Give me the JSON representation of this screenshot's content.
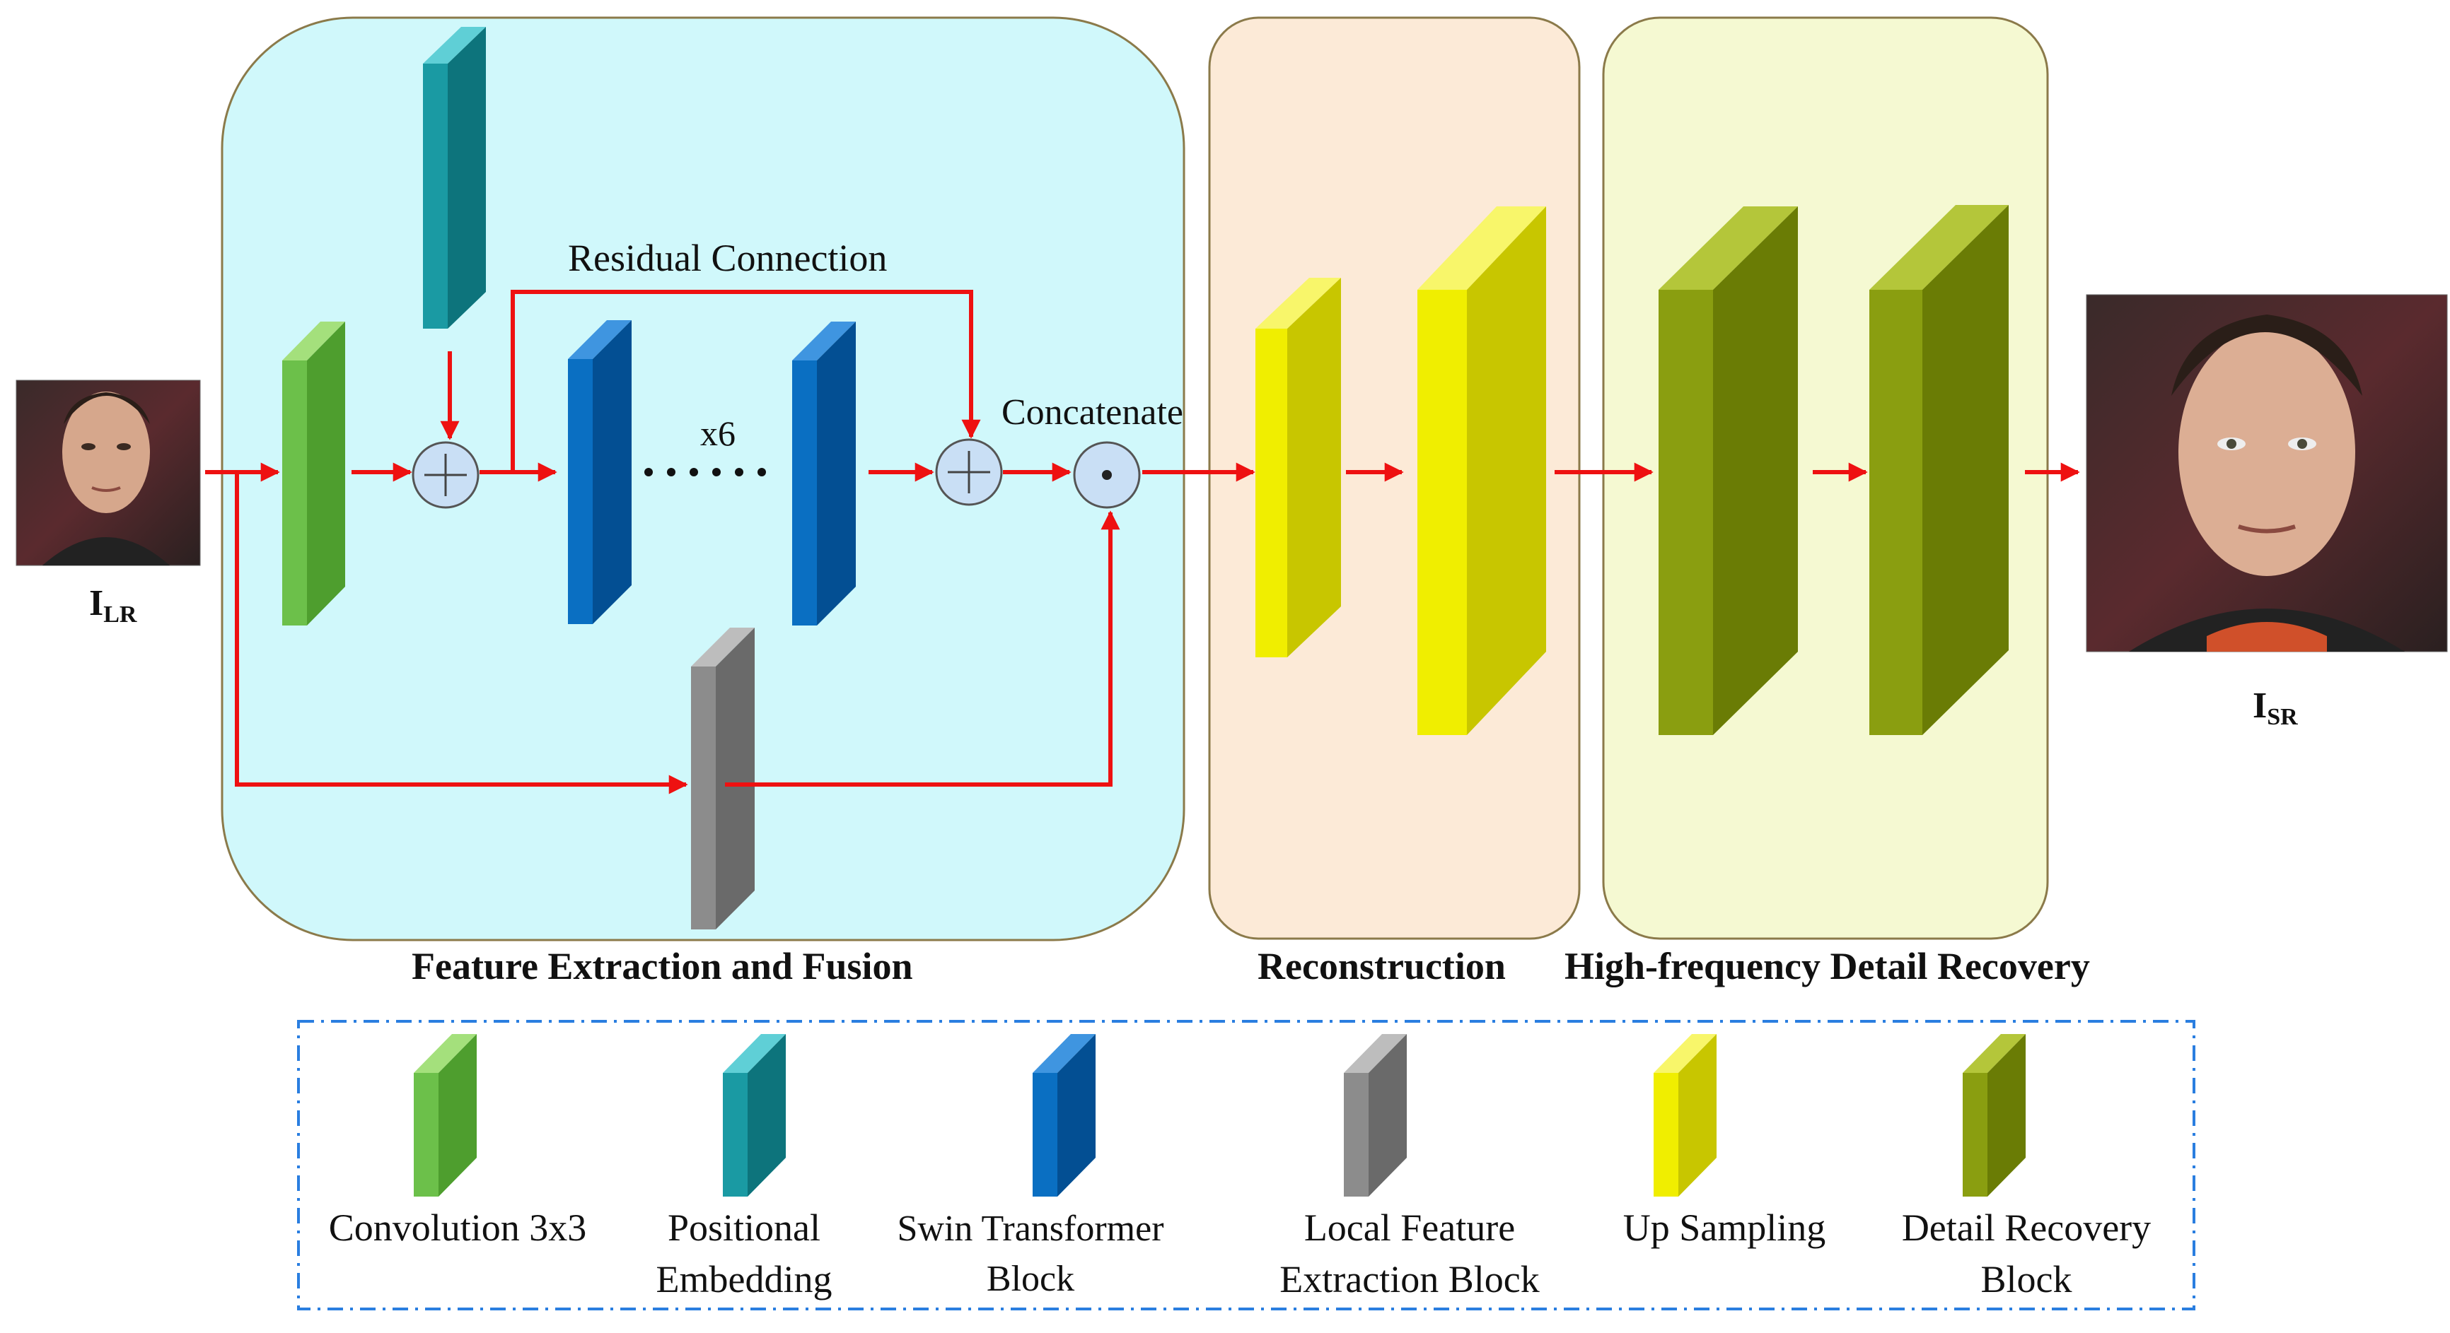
{
  "images": {
    "input": {
      "label_main": "I",
      "label_sub": "LR"
    },
    "output": {
      "label_main": "I",
      "label_sub": "SR"
    }
  },
  "stages": [
    {
      "id": "feature",
      "label": "Feature Extraction and Fusion",
      "color": "#d0f8fb"
    },
    {
      "id": "reconstruction",
      "label": "Reconstruction",
      "color": "#fcead7"
    },
    {
      "id": "hf",
      "label": "High-frequency Detail Recovery",
      "color": "#f5f9d2"
    }
  ],
  "annotations": {
    "residual": "Residual Connection",
    "repeat": "x6",
    "concat": "Concatenate"
  },
  "legend": [
    {
      "line1": "Convolution 3x3",
      "line2": "",
      "color": "#6cc04a"
    },
    {
      "line1": "Positional",
      "line2": "Embedding",
      "color": "#1a9aa3"
    },
    {
      "line1": "Swin Transformer",
      "line2": "Block",
      "color": "#0a6fc2"
    },
    {
      "line1": "Local Feature",
      "line2": "Extraction Block",
      "color": "#8c8c8c"
    },
    {
      "line1": "Up Sampling",
      "line2": "",
      "color": "#f0ee00"
    },
    {
      "line1": "Detail Recovery",
      "line2": "Block",
      "color": "#8a9e10"
    }
  ],
  "colors": {
    "arrow": "#ee1111",
    "stage_border": "#8b7a4a",
    "legend_border": "#2a7ee0",
    "operator_fill": "#c9dff5"
  }
}
